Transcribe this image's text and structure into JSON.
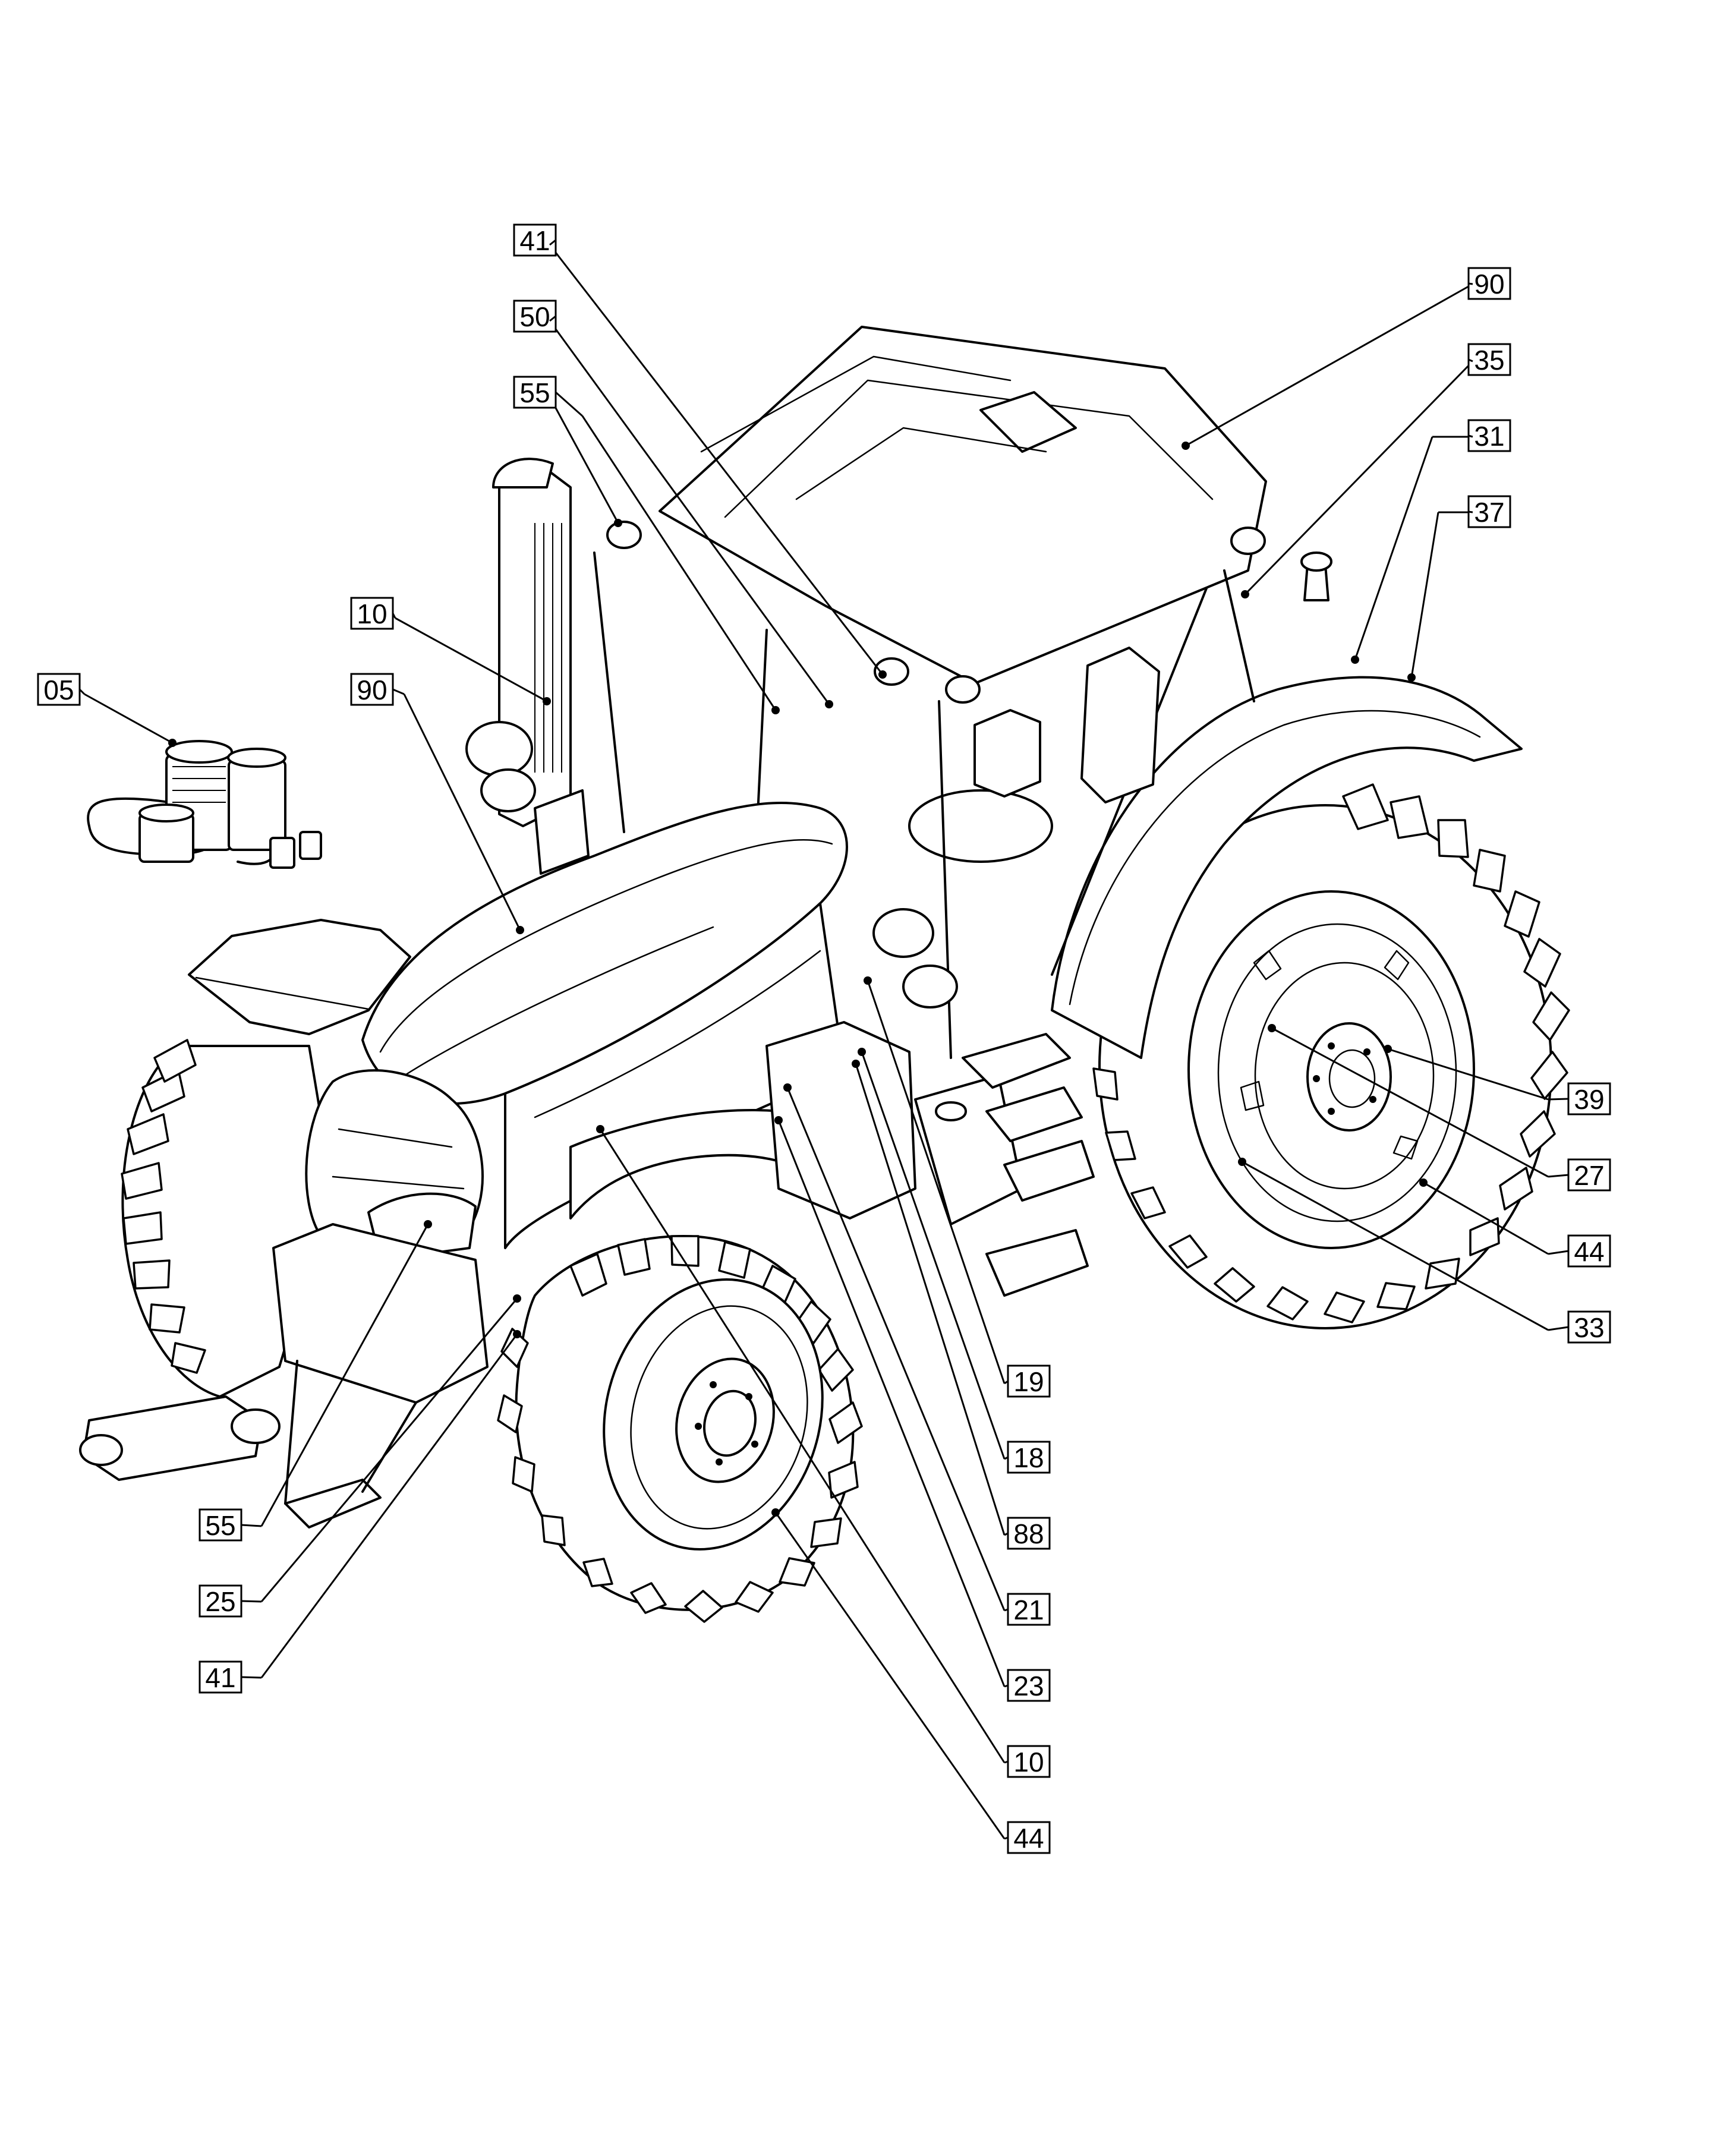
{
  "callouts": [
    {
      "id": "c41-top",
      "label": "41"
    },
    {
      "id": "c50",
      "label": "50"
    },
    {
      "id": "c55-top",
      "label": "55"
    },
    {
      "id": "c10-left",
      "label": "10"
    },
    {
      "id": "c90-left",
      "label": "90"
    },
    {
      "id": "c05",
      "label": "05"
    },
    {
      "id": "c90-right",
      "label": "90"
    },
    {
      "id": "c35",
      "label": "35"
    },
    {
      "id": "c31",
      "label": "31"
    },
    {
      "id": "c37",
      "label": "37"
    },
    {
      "id": "c39",
      "label": "39"
    },
    {
      "id": "c27",
      "label": "27"
    },
    {
      "id": "c44-right",
      "label": "44"
    },
    {
      "id": "c33",
      "label": "33"
    },
    {
      "id": "c19",
      "label": "19"
    },
    {
      "id": "c18",
      "label": "18"
    },
    {
      "id": "c88",
      "label": "88"
    },
    {
      "id": "c21",
      "label": "21"
    },
    {
      "id": "c23",
      "label": "23"
    },
    {
      "id": "c10-bottom",
      "label": "10"
    },
    {
      "id": "c44-bottom",
      "label": "44"
    },
    {
      "id": "c55-bottom",
      "label": "55"
    },
    {
      "id": "c25",
      "label": "25"
    },
    {
      "id": "c41-bottom",
      "label": "41"
    }
  ]
}
